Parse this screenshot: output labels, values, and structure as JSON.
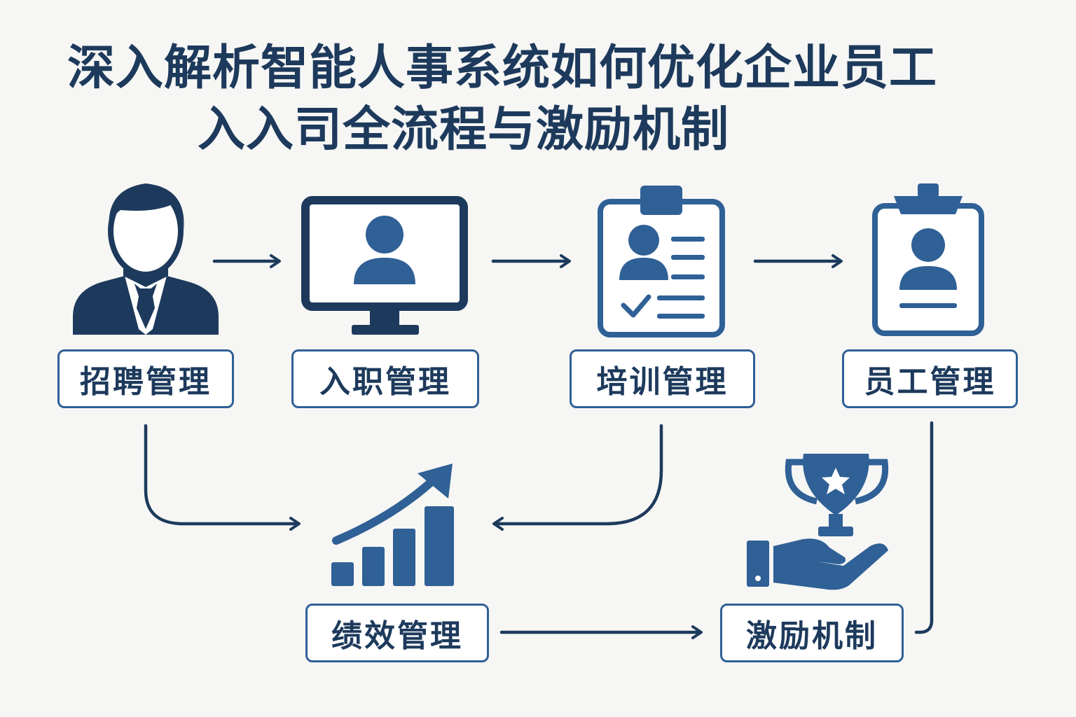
{
  "title": {
    "line1": "深入解析智能人事系统如何优化企业员工",
    "line2": "入入司全流程与激励机制"
  },
  "nodes": {
    "recruit": "招聘管理",
    "onboard": "入职管理",
    "training": "培训管理",
    "employee": "员工管理",
    "performance": "绩效管理",
    "incentive": "激励机制"
  },
  "icons": {
    "recruit": "businessman-icon",
    "onboard": "monitor-user-icon",
    "training": "clipboard-checklist-icon",
    "employee": "id-badge-icon",
    "performance": "growth-chart-icon",
    "incentive": "trophy-hand-icon"
  },
  "colors": {
    "dark_navy": "#1d3a5c",
    "accent_blue": "#2f6096",
    "background": "#f6f6f4"
  }
}
